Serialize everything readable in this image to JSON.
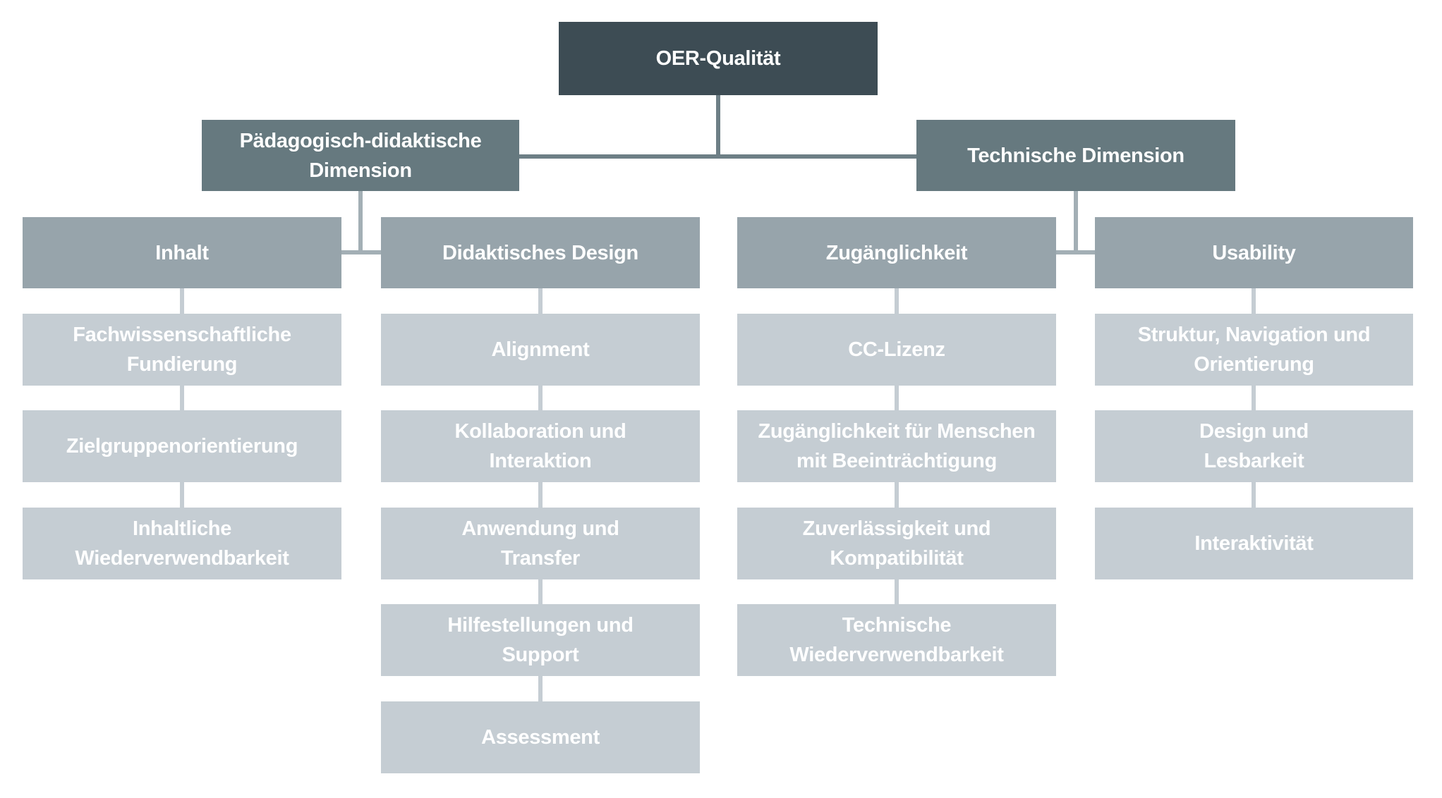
{
  "colors": {
    "level0": "#3d4c54",
    "level1": "#66797f",
    "level2": "#97a4ab",
    "level3": "#c5cdd3",
    "line1": "#6e7f86",
    "line2": "#a3afb5",
    "line3": "#c5cdd3",
    "text": "#ffffff",
    "background": "#ffffff"
  },
  "tree": {
    "root": {
      "label": "OER-Qualität"
    },
    "branches": [
      {
        "label": "Pädagogisch-didaktische\nDimension",
        "columns": [
          {
            "header": "Inhalt",
            "items": [
              "Fachwissenschaftliche\nFundierung",
              "Zielgruppenorientierung",
              "Inhaltliche\nWiederverwendbarkeit"
            ]
          },
          {
            "header": "Didaktisches Design",
            "items": [
              "Alignment",
              "Kollaboration und\nInteraktion",
              "Anwendung und\nTransfer",
              "Hilfestellungen und\nSupport",
              "Assessment"
            ]
          }
        ]
      },
      {
        "label": "Technische Dimension",
        "columns": [
          {
            "header": "Zugänglichkeit",
            "items": [
              "CC-Lizenz",
              "Zugänglichkeit für Menschen\nmit Beeinträchtigung",
              "Zuverlässigkeit und\nKompatibilität",
              "Technische\nWiederverwendbarkeit"
            ]
          },
          {
            "header": "Usability",
            "items": [
              "Struktur, Navigation und\nOrientierung",
              "Design und\nLesbarkeit",
              "Interaktivität"
            ]
          }
        ]
      }
    ]
  }
}
